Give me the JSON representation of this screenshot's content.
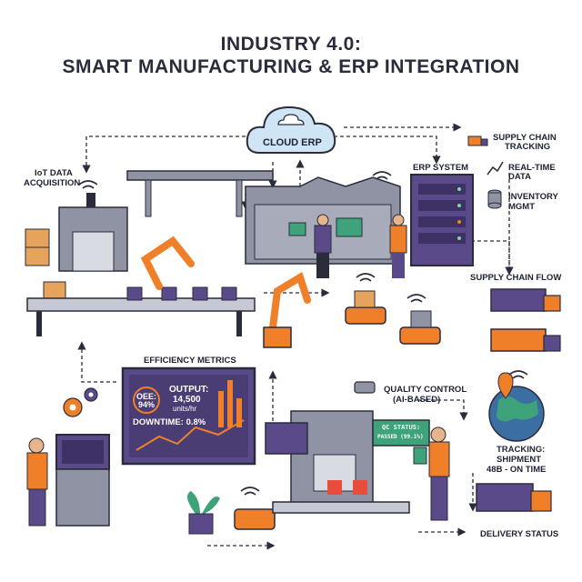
{
  "title": {
    "line1": "INDUSTRY 4.0:",
    "line2": "SMART MANUFACTURING & ERP INTEGRATION"
  },
  "labels": {
    "cloud": "CLOUD ERP",
    "iot_line1": "IoT DATA",
    "iot_line2": "ACQUISITION",
    "erp_system": "ERP SYSTEM",
    "supply_chain_tracking_line1": "SUPPLY CHAIN",
    "supply_chain_tracking_line2": "TRACKING",
    "realtime_line1": "REAL-TIME",
    "realtime_line2": "DATA",
    "inventory_line1": "INVENTORY",
    "inventory_line2": "MGMT",
    "supply_chain_flow": "SUPPLY CHAIN FLOW",
    "efficiency_metrics": "EFFICIENCY METRICS",
    "quality_line1": "QUALITY CONTROL",
    "quality_line2": "(AI-BASED)",
    "tracking_line1": "TRACKING:",
    "tracking_line2": "SHIPMENT",
    "tracking_line3": "48B - ON TIME",
    "delivery_status": "DELIVERY STATUS"
  },
  "metrics": {
    "oee_label": "OEE:",
    "oee_value": "94%",
    "output_label": "OUTPUT:",
    "output_value": "14,500",
    "output_unit": "units/hr",
    "downtime": "DOWNTIME: 0.8%"
  },
  "qc": {
    "status_label": "QC STATUS:",
    "status_value": "PASSED (99.1%)"
  },
  "colors": {
    "purple": "#5b4a8a",
    "orange": "#f07f2a",
    "gray": "#8f93a3",
    "dark": "#2a2c3c",
    "cloud": "#cfe4f5"
  }
}
